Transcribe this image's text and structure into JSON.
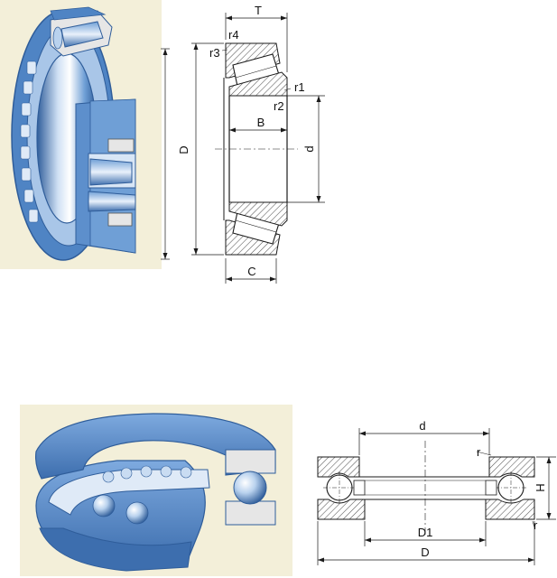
{
  "tapered": {
    "labels": {
      "T": "T",
      "r4": "r4",
      "r3": "r3",
      "r1": "r1",
      "r2": "r2",
      "B": "B",
      "D": "D",
      "d": "d",
      "C": "C"
    }
  },
  "thrust": {
    "labels": {
      "d": "d",
      "r_top": "r",
      "H": "H",
      "r_bottom": "r",
      "D1": "D1",
      "D": "D"
    }
  },
  "colors": {
    "render_bg": "#f3efd9",
    "ring_blue": "#4f84c4",
    "ring_light": "#a9c6e8",
    "ring_dark": "#2f5d9a",
    "cage_gray": "#e6e6e6",
    "line": "#1a1a1a",
    "hatch": "#555555"
  }
}
